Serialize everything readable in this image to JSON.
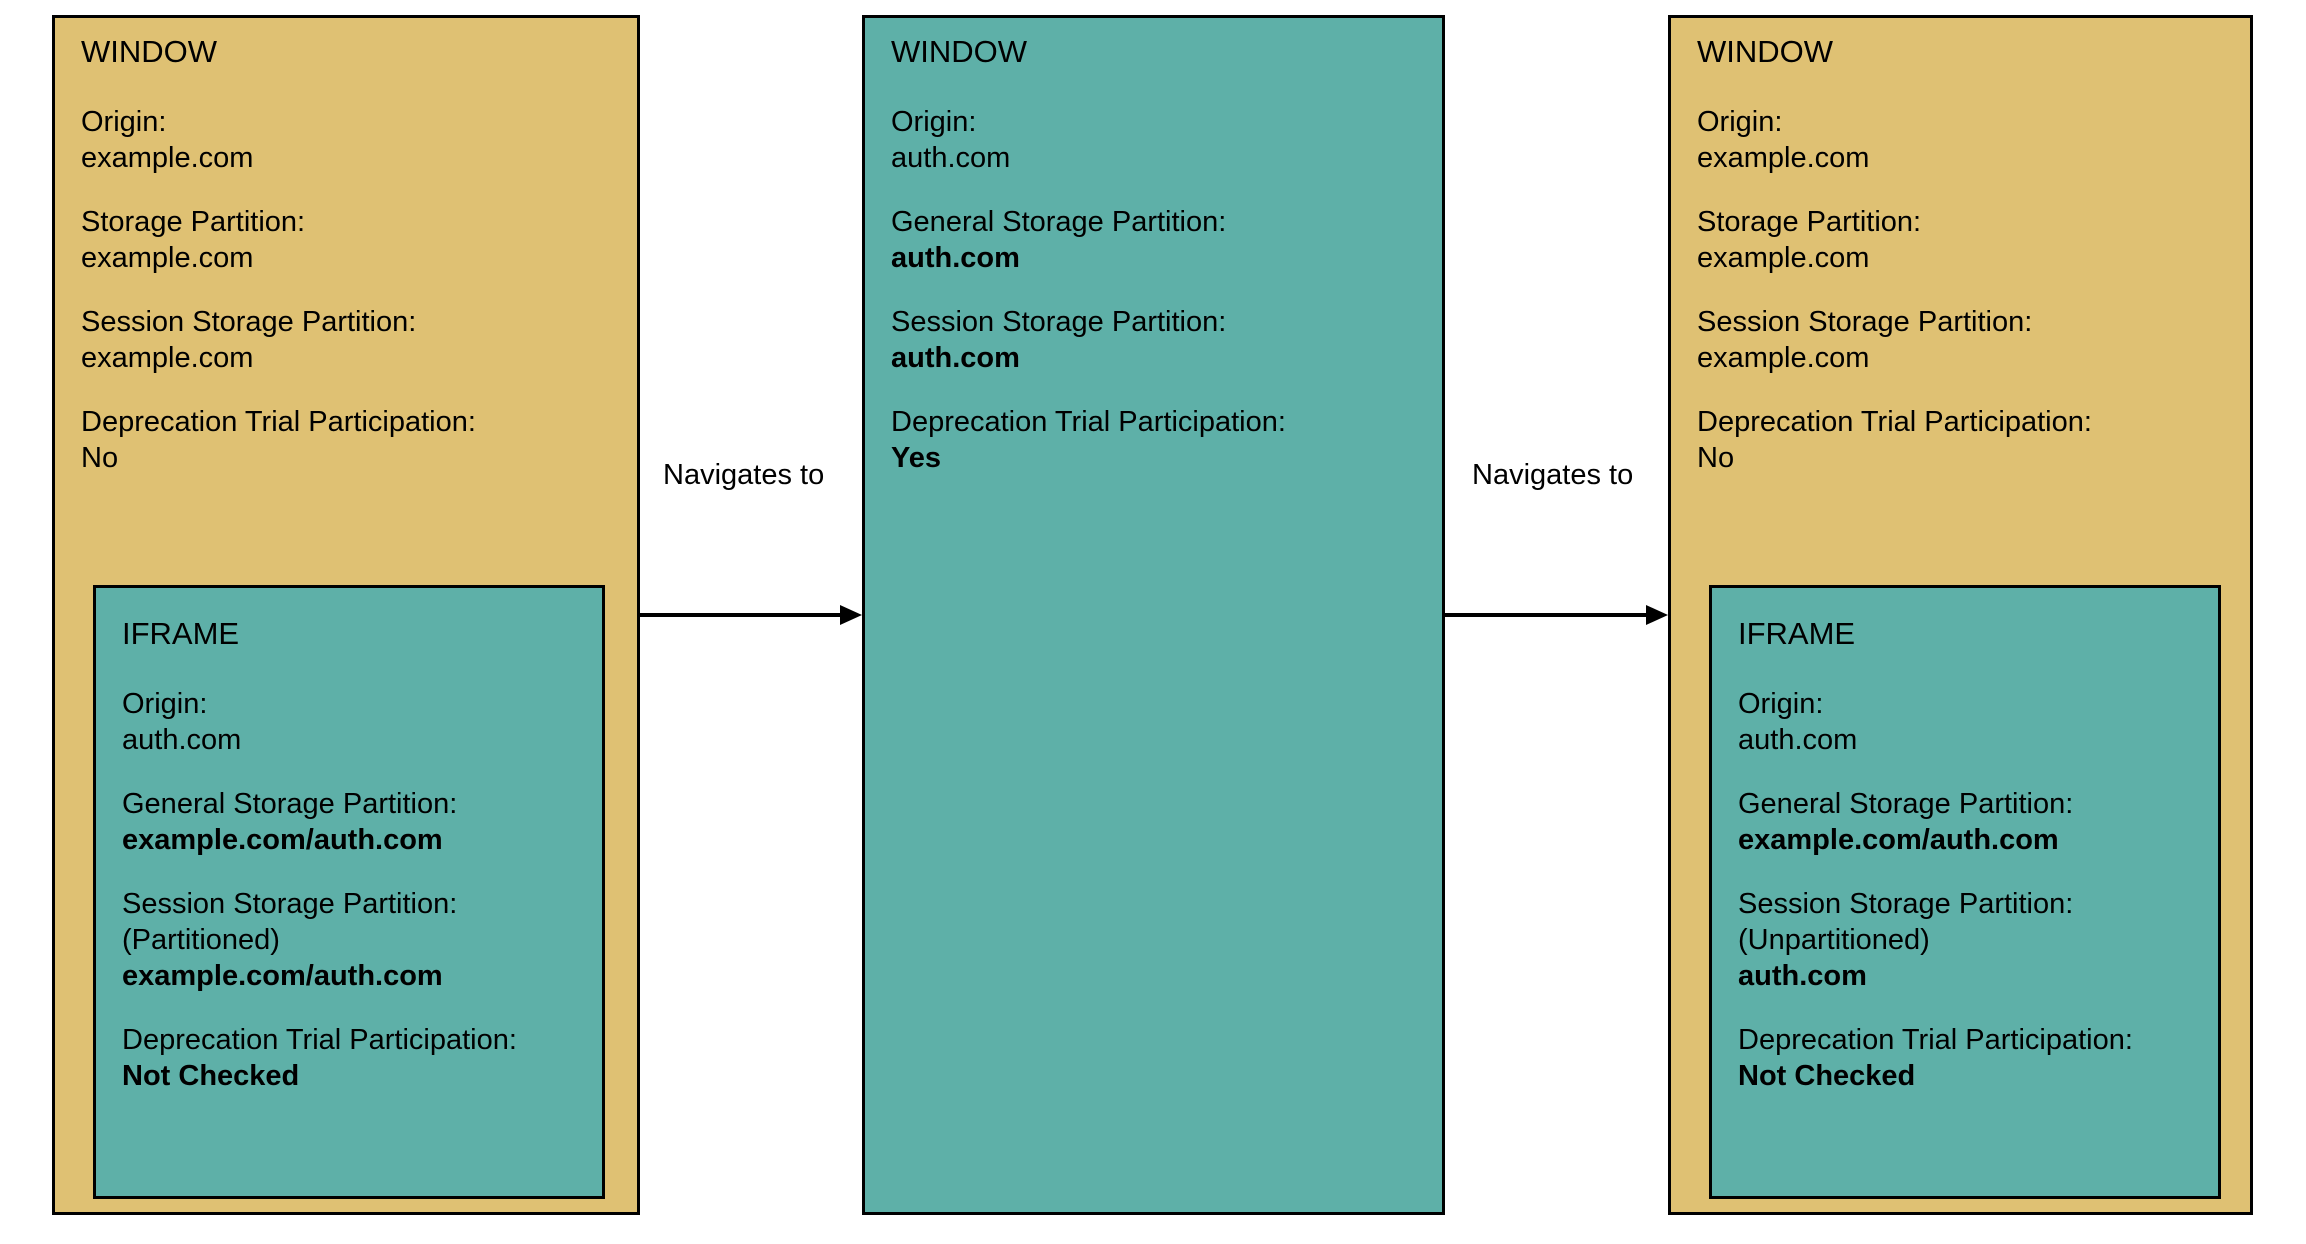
{
  "diagram": {
    "colors": {
      "window_gold": "#dfc173",
      "window_teal": "#5eb0a8",
      "border": "#000000",
      "background": "#ffffff"
    },
    "panels": [
      {
        "id": "panel-1",
        "kind": "window",
        "title": "WINDOW",
        "color": "#dfc173",
        "fields": [
          {
            "label": "Origin:",
            "value": "example.com",
            "bold": false
          },
          {
            "label": "Storage Partition:",
            "value": "example.com",
            "bold": false
          },
          {
            "label": "Session Storage Partition:",
            "value": "example.com",
            "bold": false
          },
          {
            "label": "Deprecation Trial Participation:",
            "value": "No",
            "bold": false
          }
        ],
        "iframe": {
          "id": "iframe-1",
          "title": "IFRAME",
          "color": "#5eb0a8",
          "fields": [
            {
              "label": "Origin:",
              "value": "auth.com",
              "bold": false
            },
            {
              "label": "General Storage Partition:",
              "value": "example.com/auth.com",
              "bold": true
            },
            {
              "label": "Session Storage Partition:",
              "sub": "(Partitioned)",
              "value": "example.com/auth.com",
              "bold": true
            },
            {
              "label": "Deprecation Trial Participation:",
              "value": "Not Checked",
              "bold": true
            }
          ]
        }
      },
      {
        "id": "panel-2",
        "kind": "window",
        "title": "WINDOW",
        "color": "#5eb0a8",
        "fields": [
          {
            "label": "Origin:",
            "value": "auth.com",
            "bold": false
          },
          {
            "label": "General Storage Partition:",
            "value": "auth.com",
            "bold": true
          },
          {
            "label": "Session Storage Partition:",
            "value": "auth.com",
            "bold": true
          },
          {
            "label": "Deprecation Trial Participation:",
            "value": "Yes",
            "bold": true
          }
        ],
        "iframe": null
      },
      {
        "id": "panel-3",
        "kind": "window",
        "title": "WINDOW",
        "color": "#dfc173",
        "fields": [
          {
            "label": "Origin:",
            "value": "example.com",
            "bold": false
          },
          {
            "label": "Storage Partition:",
            "value": "example.com",
            "bold": false
          },
          {
            "label": "Session Storage Partition:",
            "value": "example.com",
            "bold": false
          },
          {
            "label": "Deprecation Trial Participation:",
            "value": "No",
            "bold": false
          }
        ],
        "iframe": {
          "id": "iframe-3",
          "title": "IFRAME",
          "color": "#5eb0a8",
          "fields": [
            {
              "label": "Origin:",
              "value": "auth.com",
              "bold": false
            },
            {
              "label": "General Storage Partition:",
              "value": "example.com/auth.com",
              "bold": true
            },
            {
              "label": "Session Storage Partition:",
              "sub": "(Unpartitioned)",
              "value": "auth.com",
              "bold": true
            },
            {
              "label": "Deprecation Trial Participation:",
              "value": "Not Checked",
              "bold": true
            }
          ]
        }
      }
    ],
    "arrows": [
      {
        "id": "arrow-1",
        "label": "Navigates to",
        "from": "panel-1",
        "to": "panel-2"
      },
      {
        "id": "arrow-2",
        "label": "Navigates to",
        "from": "panel-2",
        "to": "panel-3"
      }
    ]
  }
}
